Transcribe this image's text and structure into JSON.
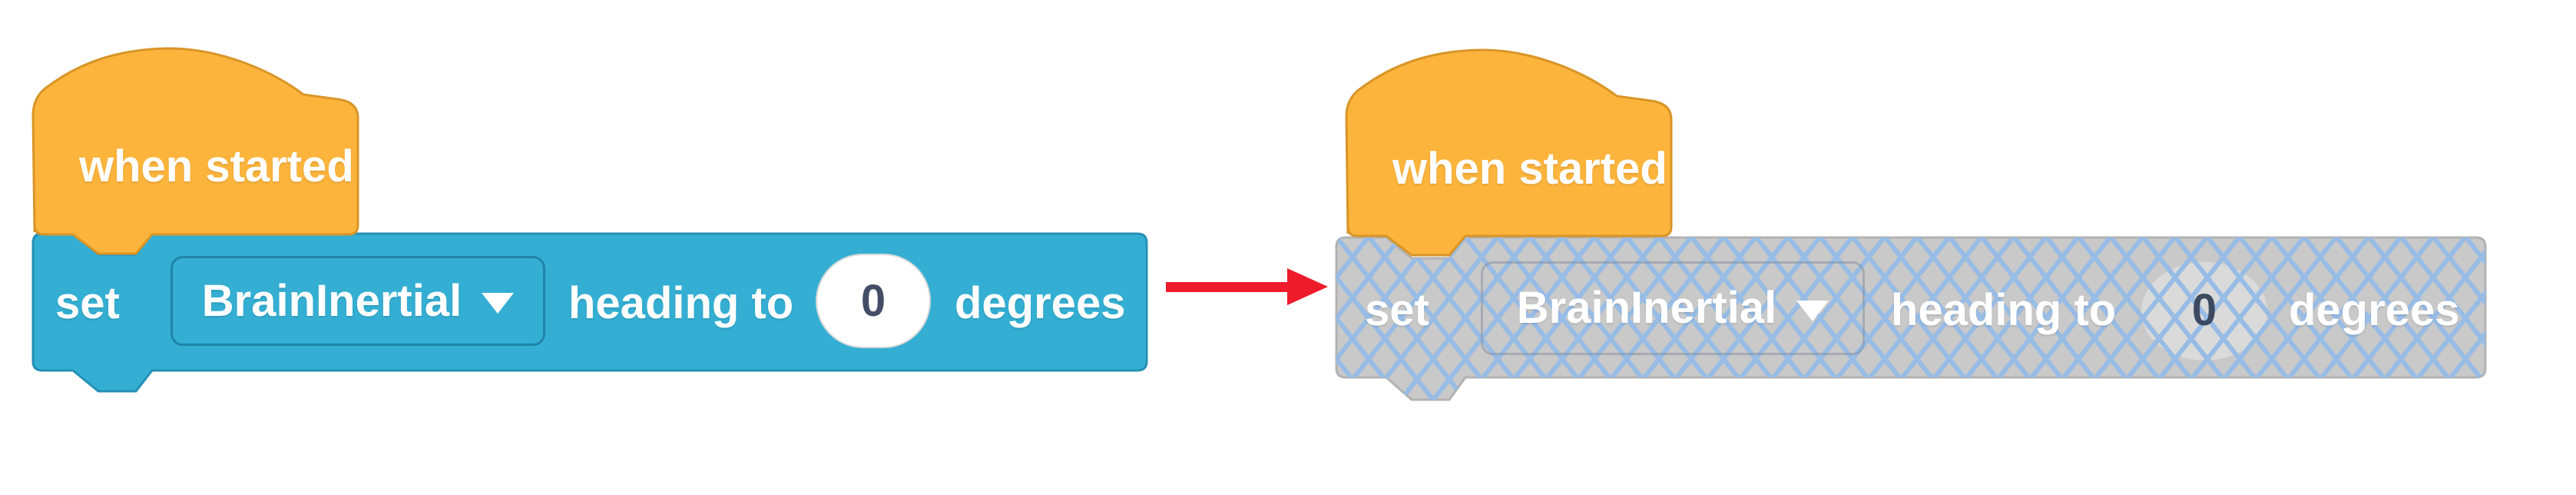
{
  "left_stack": {
    "hat": {
      "label": "when started"
    },
    "command": {
      "verb": "set",
      "device": "BrainInertial",
      "property": "heading to",
      "value": "0",
      "unit": "degrees"
    }
  },
  "right_stack": {
    "state": "disabled",
    "hat": {
      "label": "when started"
    },
    "command": {
      "verb": "set",
      "device": "BrainInertial",
      "property": "heading to",
      "value": "0",
      "unit": "degrees"
    }
  },
  "colors": {
    "hat_fill": "#FCB43C",
    "hat_stroke": "#D89527",
    "block_fill": "#34AFD3",
    "block_stroke": "#2590B5",
    "disabled_fill": "#C9C9C9",
    "disabled_stroke": "#B2B2B2",
    "disabled_hatch": "#97BCE5",
    "arrow_red": "#EE1B2B",
    "value_text": "#434E66"
  }
}
